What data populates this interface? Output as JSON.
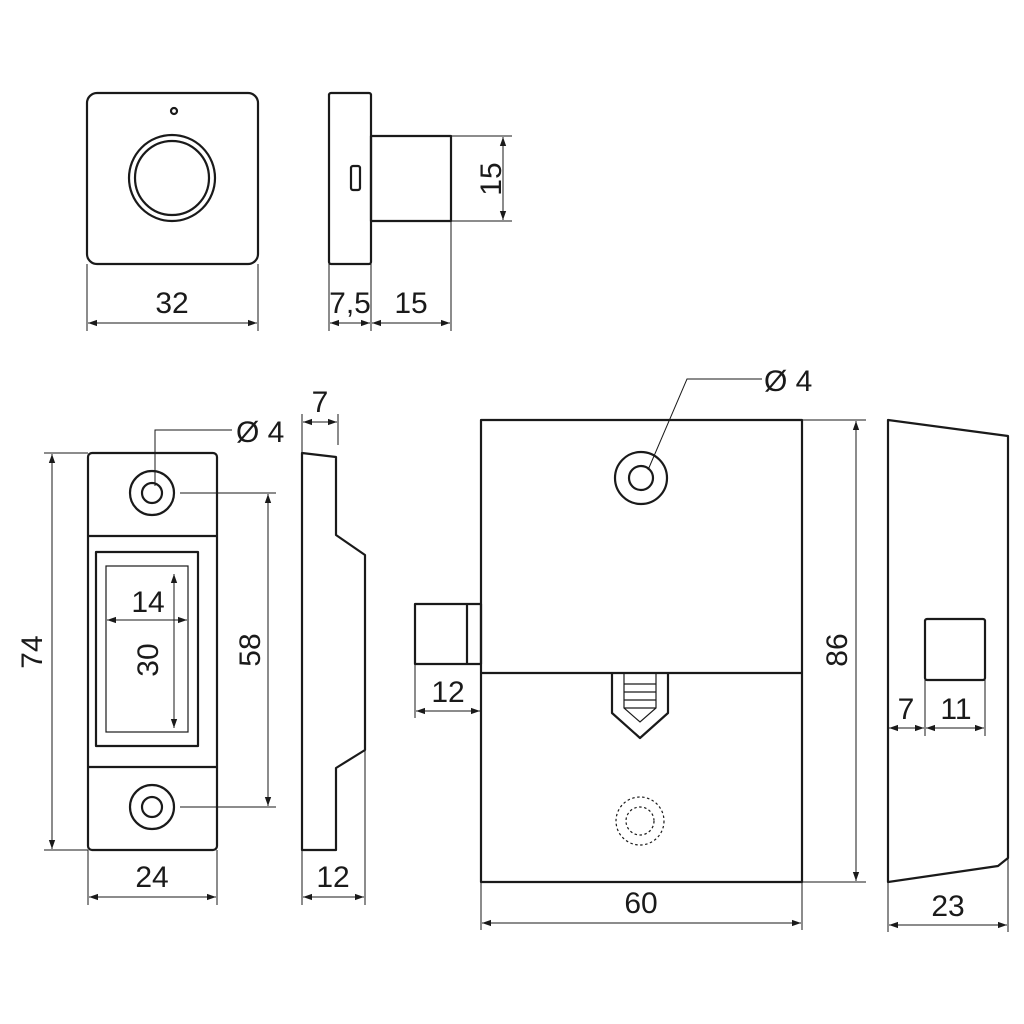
{
  "drawing": {
    "knob_front": {
      "width": "32"
    },
    "knob_side": {
      "flange_thickness": "7,5",
      "shaft_length": "15",
      "shaft_height": "15"
    },
    "strike_front": {
      "height": "74",
      "width": "24",
      "hole_pitch": "58",
      "hole_diameter": "Ø 4",
      "slot_height": "30",
      "slot_width": "14"
    },
    "strike_side": {
      "top_step": "7",
      "depth": "12"
    },
    "lock_front": {
      "height": "86",
      "width": "60",
      "bolt_projection": "12",
      "hole_diameter": "Ø 4"
    },
    "lock_side": {
      "depth": "23",
      "offset": "7",
      "window": "11"
    }
  }
}
